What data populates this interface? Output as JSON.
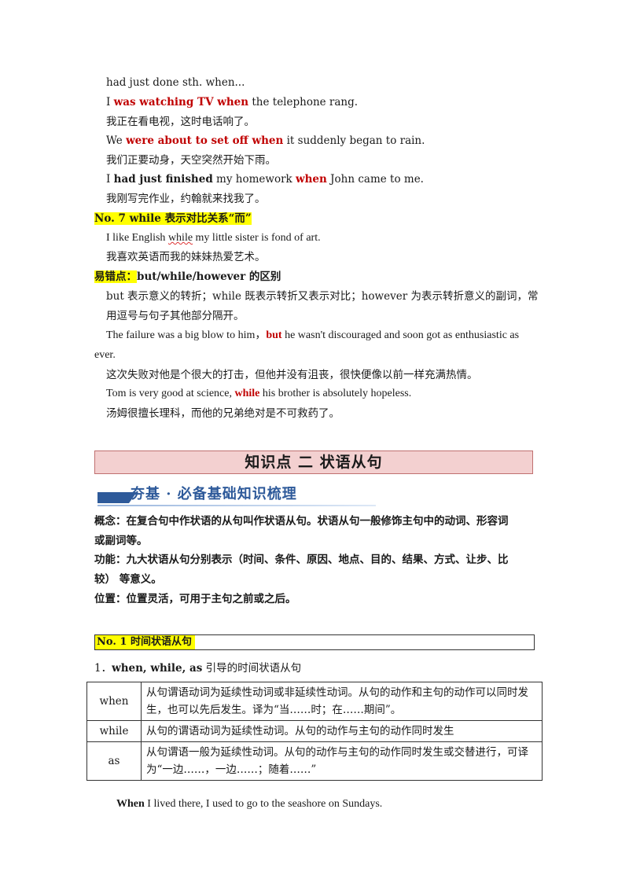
{
  "lines": {
    "l1": "had  just  done  sth.  when...",
    "l2_pre": "I  ",
    "l2_red": "was  watching  TV  when",
    "l2_post": "  the  telephone  rang.",
    "l3": "我正在看电视，这时电话响了。",
    "l4_pre": "We  ",
    "l4_red1": "were  about  to  set  off  when",
    "l4_post": "  it  suddenly  began  to  rain.",
    "l5": "我们正要动身，天空突然开始下雨。",
    "l6_pre": "I  ",
    "l6_bold": "had  just  finished",
    "l6_mid": "  my  homework  ",
    "l6_red": "when",
    "l6_post": "  John  came  to  me.",
    "l7": "我刚写完作业，约翰就来找我了。",
    "no7": "No.  7      while 表示对比关系“而”",
    "l8_pre": "I like English  ",
    "l8_wavy": "while",
    "l8_post": "  my little sister is fond of art.",
    "l9": "我喜欢英语而我的妹妹热爱艺术。",
    "yicuo": "易错点：",
    "yicuo_rest": "but/while/however 的区别",
    "l10": "but 表示意义的转折；while 既表示转折又表示对比；however 为表示转折意义的副词，常",
    "l11": "用逗号与句子其他部分隔开。",
    "l12_pre": "The failure was a big blow to him，",
    "l12_red": "but",
    "l12_post": "  he wasn't discouraged and soon got as enthusiastic as",
    "l13": "ever.",
    "l14": "这次失败对他是个很大的打击，但他并没有沮丧，很快便像以前一样充满热情。",
    "l15_pre": "Tom  is  very  good  at  science,  ",
    "l15_red": "while",
    "l15_post": "  his  brother  is  absolutely  hopeless.",
    "l16": "汤姆很擅长理科，而他的兄弟绝对是不可救药了。"
  },
  "section": {
    "title": "知识点  二      状语从句"
  },
  "banner": {
    "title": "夯基 · 必备基础知识梳理"
  },
  "concepts": {
    "c1": "概念：在复合句中作状语的从句叫作状语从句。状语从句一般修饰主句中的动词、形容词",
    "c2": "或副词等。",
    "c3": "功能：九大状语从句分别表示（时间、条件、原因、地点、目的、结果、方式、让步、比",
    "c4": "较）  等意义。",
    "c5": "位置：位置灵活，可用于主句之前或之后。"
  },
  "subsection": {
    "title": "No.  1      时间状语从句"
  },
  "intro": {
    "num": "1．",
    "bold": "when, while, as",
    "rest": "  引导的时间状语从句"
  },
  "table": [
    {
      "term": "when",
      "desc": "从句谓语动词为延续性动词或非延续性动词。从句的动作和主句的动作可以同时发生，也可以先后发生。译为“当……时；在……期间”。"
    },
    {
      "term": "while",
      "desc": "从句的谓语动词为延续性动词。从句的动作与主句的动作同时发生"
    },
    {
      "term": "as",
      "desc": "从句谓语一般为延续性动词。从句的动作与主句的动作同时发生或交替进行，可译为“一边……，一边……；随着……”"
    }
  ],
  "example": {
    "bold": "When",
    "rest": "  I lived there, I used to go to the seashore on Sundays."
  }
}
